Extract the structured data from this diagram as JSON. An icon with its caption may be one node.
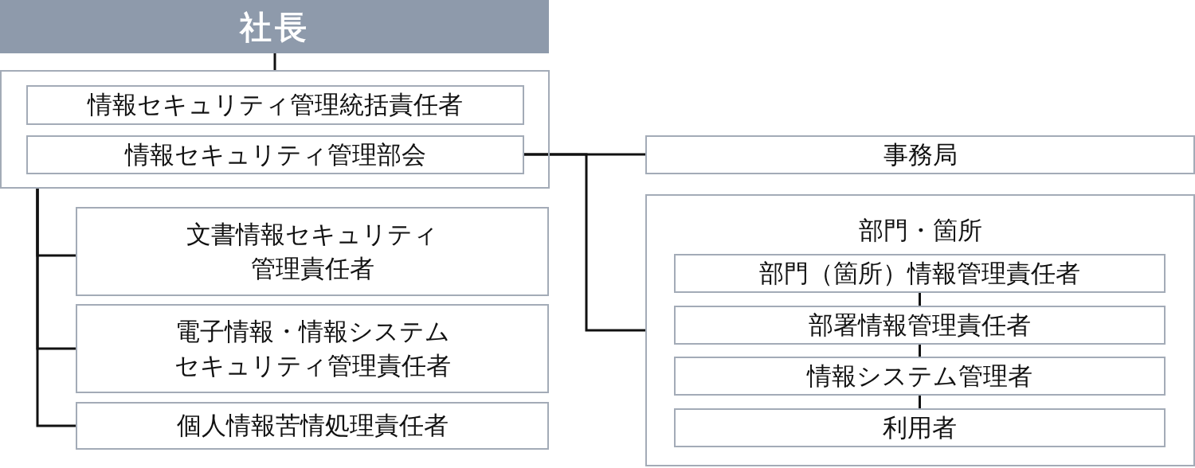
{
  "diagram": {
    "nodes": [
      {
        "text": [
          "社長"
        ]
      },
      {
        "text": [],
        "shape": "box"
      },
      {
        "text": [
          "情報セキュリティ管理統括責任者"
        ],
        "in": 1
      },
      {
        "text": [
          "情報セキュリティ管理部会"
        ],
        "in": 1
      },
      {
        "text": [
          "事務局"
        ]
      },
      {
        "text": [
          "部門・箇所"
        ]
      },
      {
        "text": [
          "部門（箇所）情報管理責任者"
        ],
        "in": 5
      },
      {
        "text": [
          "部署情報管理責任者"
        ],
        "in": 5
      },
      {
        "text": [
          "情報システム管理者"
        ],
        "in": 5
      },
      {
        "text": [
          "利用者"
        ],
        "in": 5
      },
      {
        "text": [
          "文書情報セキュリティ管理責任者"
        ]
      },
      {
        "text": [
          "電子情報・情報システムセキュリティ管理責任者"
        ]
      },
      {
        "text": [
          "個人情報苦情処理責任者"
        ]
      }
    ],
    "edges": [
      {
        "from": 0,
        "to": 1,
        "arrow": "none"
      },
      {
        "from": 3,
        "to": 4,
        "arrow": "none"
      },
      {
        "from": 3,
        "to": 5,
        "arrow": "none"
      },
      {
        "from": 1,
        "to": 10,
        "arrow": "none"
      },
      {
        "from": 1,
        "to": 11,
        "arrow": "none"
      },
      {
        "from": 1,
        "to": 12,
        "arrow": "none"
      },
      {
        "from": 6,
        "to": 7,
        "arrow": "none"
      },
      {
        "from": 7,
        "to": 8,
        "arrow": "none"
      },
      {
        "from": 8,
        "to": 9,
        "arrow": "none"
      }
    ]
  }
}
